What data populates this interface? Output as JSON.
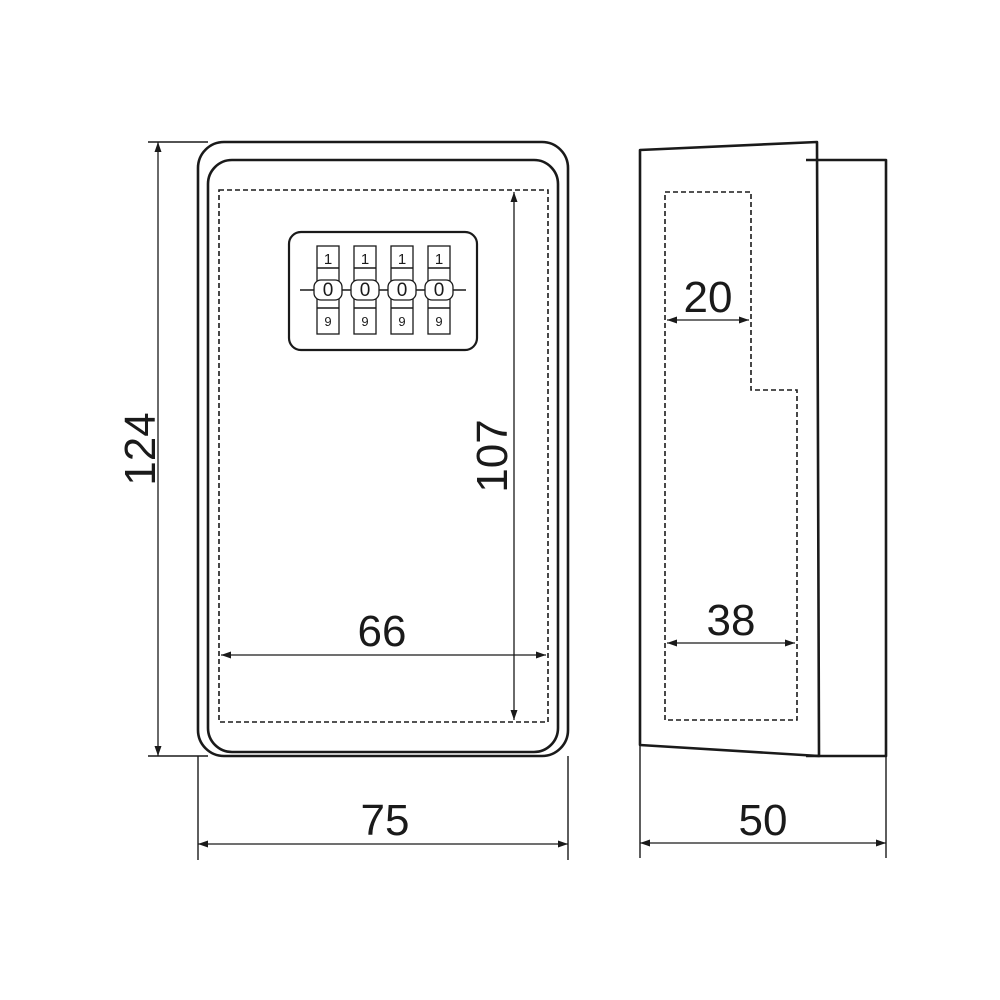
{
  "front_view": {
    "dimensions": {
      "height_outer": "124",
      "height_inner": "107",
      "width_outer": "75",
      "width_inner": "66"
    },
    "combination_lock": {
      "wheels": [
        {
          "top": "1",
          "middle": "0",
          "bottom": "9"
        },
        {
          "top": "1",
          "middle": "0",
          "bottom": "9"
        },
        {
          "top": "1",
          "middle": "0",
          "bottom": "9"
        },
        {
          "top": "1",
          "middle": "0",
          "bottom": "9"
        }
      ]
    }
  },
  "side_view": {
    "dimensions": {
      "depth_outer": "50",
      "depth_inner_lower": "38",
      "depth_inner_upper": "20"
    }
  },
  "colors": {
    "line": "#1a1a1a",
    "background": "#ffffff"
  }
}
